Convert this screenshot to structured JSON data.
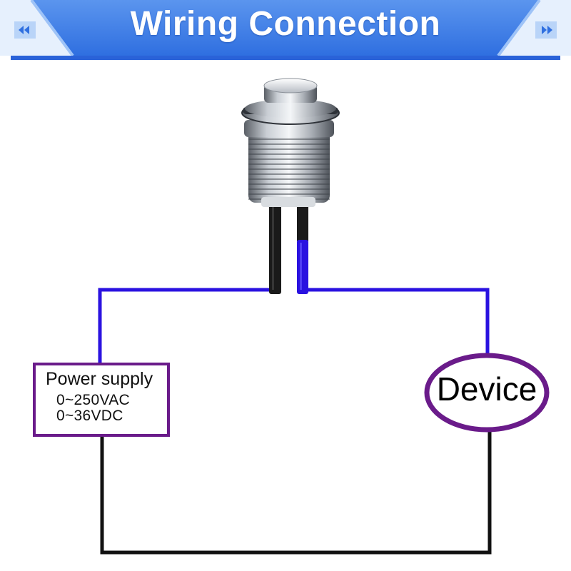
{
  "header": {
    "title": "Wiring Connection",
    "left_arrows_icon": "double-chevron-left-icon",
    "right_arrows_icon": "double-chevron-right-icon"
  },
  "switch": {
    "icon": "metal-push-button-switch-icon"
  },
  "power_supply": {
    "title": "Power supply",
    "ac_range": "0~250VAC",
    "dc_range": "0~36VDC"
  },
  "device": {
    "label": "Device"
  },
  "colors": {
    "banner_blue": "#2f6fe0",
    "banner_light": "#e8f2ff",
    "wire_blue": "#2a12e0",
    "wire_black": "#111111",
    "frame_purple": "#6a1b8a"
  }
}
